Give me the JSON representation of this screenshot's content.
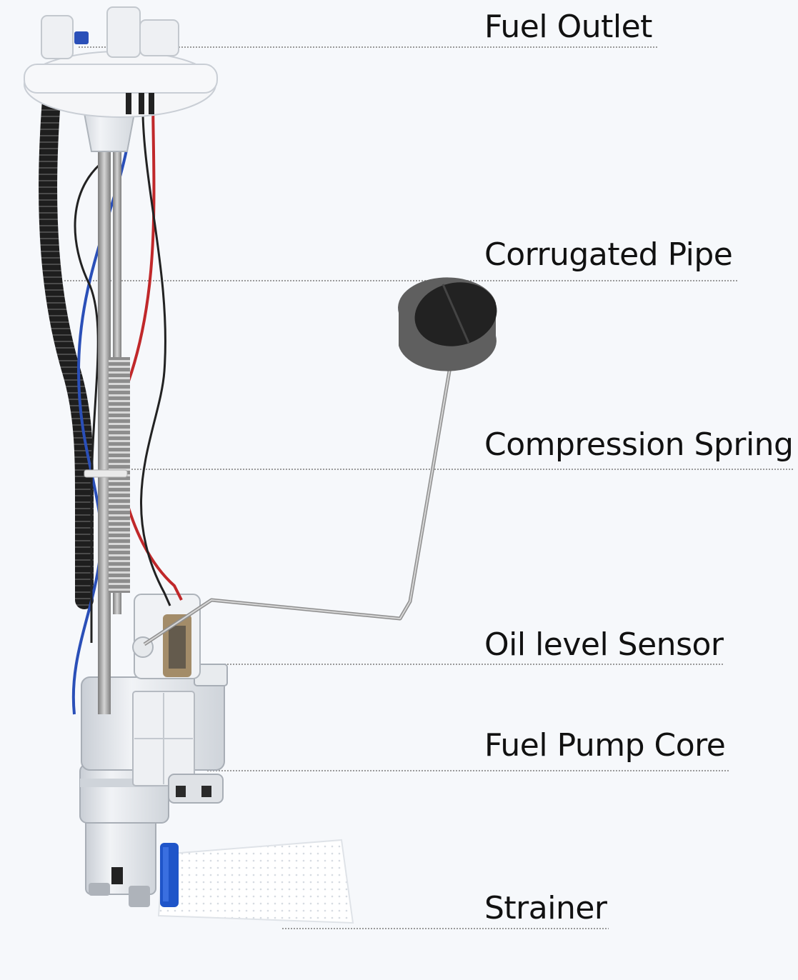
{
  "labels": [
    {
      "id": "fuel-outlet",
      "text": "Fuel Outlet"
    },
    {
      "id": "corrugated-pipe",
      "text": "Corrugated Pipe"
    },
    {
      "id": "compression-spring",
      "text": "Compression Spring"
    },
    {
      "id": "oil-level-sensor",
      "text": "Oil level Sensor"
    },
    {
      "id": "fuel-pump-core",
      "text": "Fuel Pump Core"
    },
    {
      "id": "strainer",
      "text": "Strainer"
    }
  ],
  "colors": {
    "background": "#f6f8fb",
    "leader_line": "#9a9a9a",
    "plastic": "#f2f4f6",
    "plastic_shade": "#d9dde2",
    "corrugated_pipe": "#1e1e1e",
    "steel": "#a9a9a9",
    "wire_red": "#c0282a",
    "wire_blue": "#2a4fb8",
    "wire_black": "#222222",
    "float": "#2a2a2a",
    "float_shade": "#8a8a8a",
    "strainer_clip": "#1f55c9",
    "strainer_mesh": "#ffffff"
  }
}
